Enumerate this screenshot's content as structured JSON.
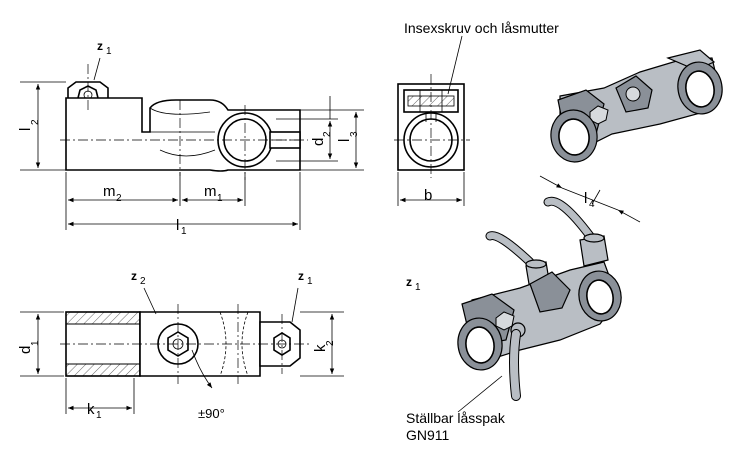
{
  "labels": {
    "z1_top": "z",
    "z1_top_sub": "1",
    "l2": "l",
    "l2_sub": "2",
    "d2": "d",
    "d2_sub": "2",
    "l3": "l",
    "l3_sub": "3",
    "m2": "m",
    "m2_sub": "2",
    "m1": "m",
    "m1_sub": "1",
    "l1": "l",
    "l1_sub": "1",
    "b": "b",
    "l4": "l",
    "l4_sub": "4",
    "z1_mid": "z",
    "z1_mid_sub": "1",
    "z2_plan": "z",
    "z2_plan_sub": "2",
    "z1_plan": "z",
    "z1_plan_sub": "1",
    "d1": "d",
    "d1_sub": "1",
    "k2": "k",
    "k2_sub": "2",
    "k1": "k",
    "k1_sub": "1",
    "rotation": "±90°"
  },
  "notes": {
    "screw_note": "Insexskruv och låsmutter",
    "lever_line1": "Ställbar låsspak",
    "lever_line2": "GN911"
  }
}
